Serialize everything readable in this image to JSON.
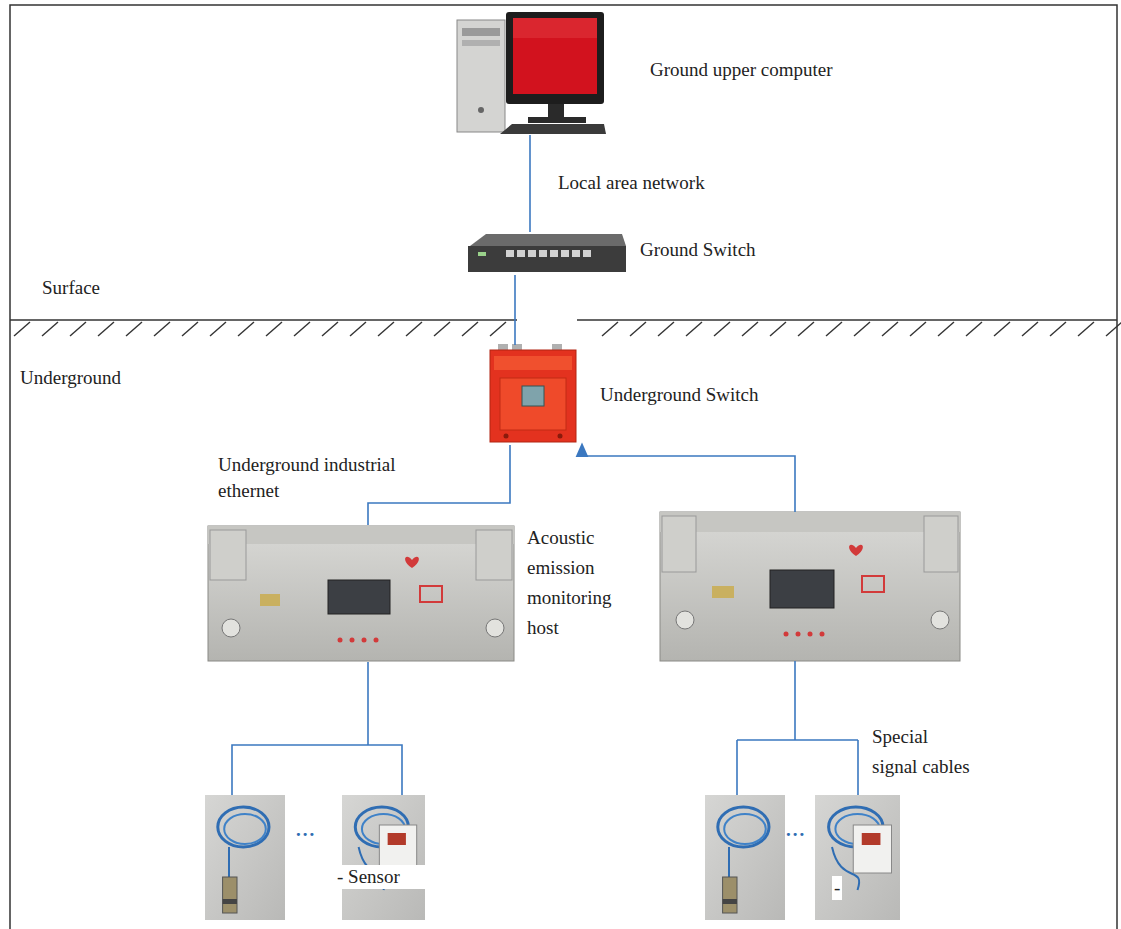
{
  "diagram": {
    "nodes": [
      {
        "text": [
          "Ground upper computer"
        ]
      },
      {
        "text": [
          "Ground Switch"
        ]
      },
      {
        "text": [
          "Underground Switch"
        ]
      },
      {
        "text": [
          "Acoustic emission monitoring host"
        ]
      },
      {
        "text": [
          "- Sensor"
        ]
      }
    ],
    "edges": [
      {
        "from": 0,
        "to": 1,
        "arrow": "none",
        "label": "Local area network"
      },
      {
        "from": 1,
        "to": 2,
        "arrow": "none"
      },
      {
        "from": 2,
        "to": 3,
        "arrow": "none",
        "label": "Underground industrial ethernet"
      },
      {
        "from": 3,
        "to": 4,
        "arrow": "none"
      }
    ],
    "labels": [
      "Surface",
      "Underground",
      "...",
      "...",
      "Special signal cables",
      "-"
    ]
  }
}
